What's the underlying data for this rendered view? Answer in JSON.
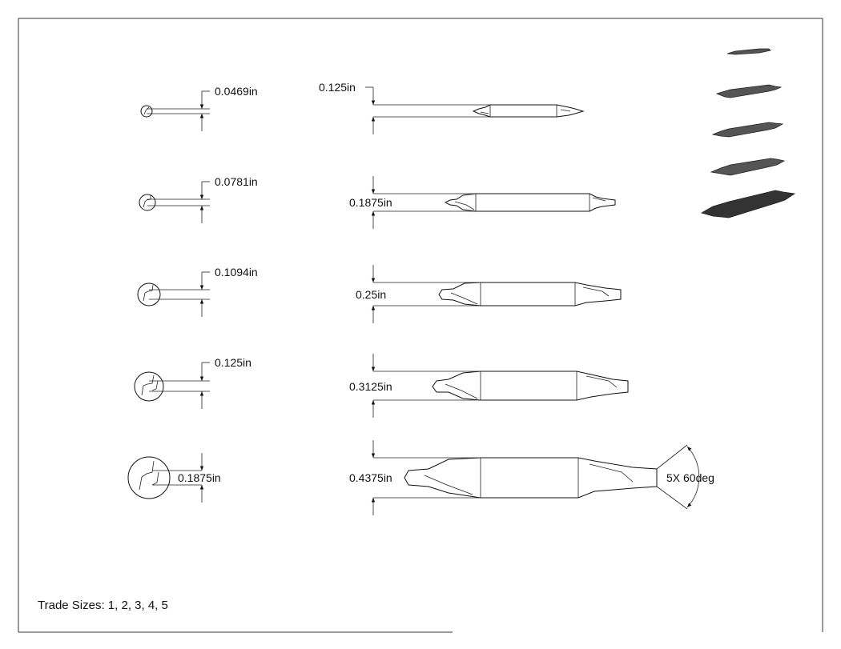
{
  "end_view_dims": [
    "0.0469in",
    "0.0781in",
    "0.1094in",
    "0.125in",
    "0.1875in"
  ],
  "side_view_dims": [
    "0.125in",
    "0.1875in",
    "0.25in",
    "0.3125in",
    "0.4375in"
  ],
  "angle_note": "5X 60deg",
  "trade_sizes_note": "Trade Sizes: 1, 2, 3, 4, 5"
}
